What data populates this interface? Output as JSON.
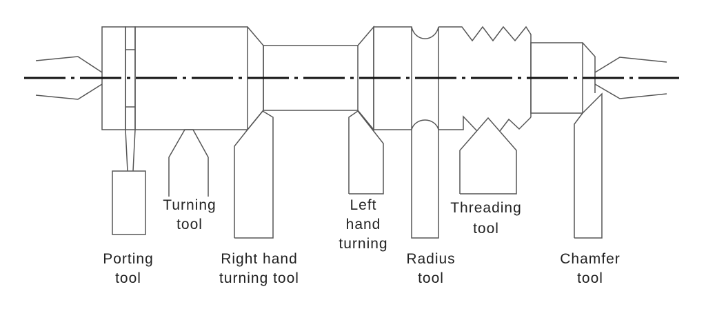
{
  "title": "Lathe operations",
  "labels": {
    "porting": [
      "Porting",
      "tool"
    ],
    "turning": [
      "Turning",
      "tool"
    ],
    "right_hand": [
      "Right hand",
      "turning tool"
    ],
    "left_hand": [
      "Left",
      "hand",
      "turning"
    ],
    "radius": [
      "Radius",
      "tool"
    ],
    "threading": [
      "Threading",
      "tool"
    ],
    "chamfer": [
      "Chamfer",
      "tool"
    ]
  },
  "colors": {
    "line": "#555555",
    "axis": "#111111"
  }
}
